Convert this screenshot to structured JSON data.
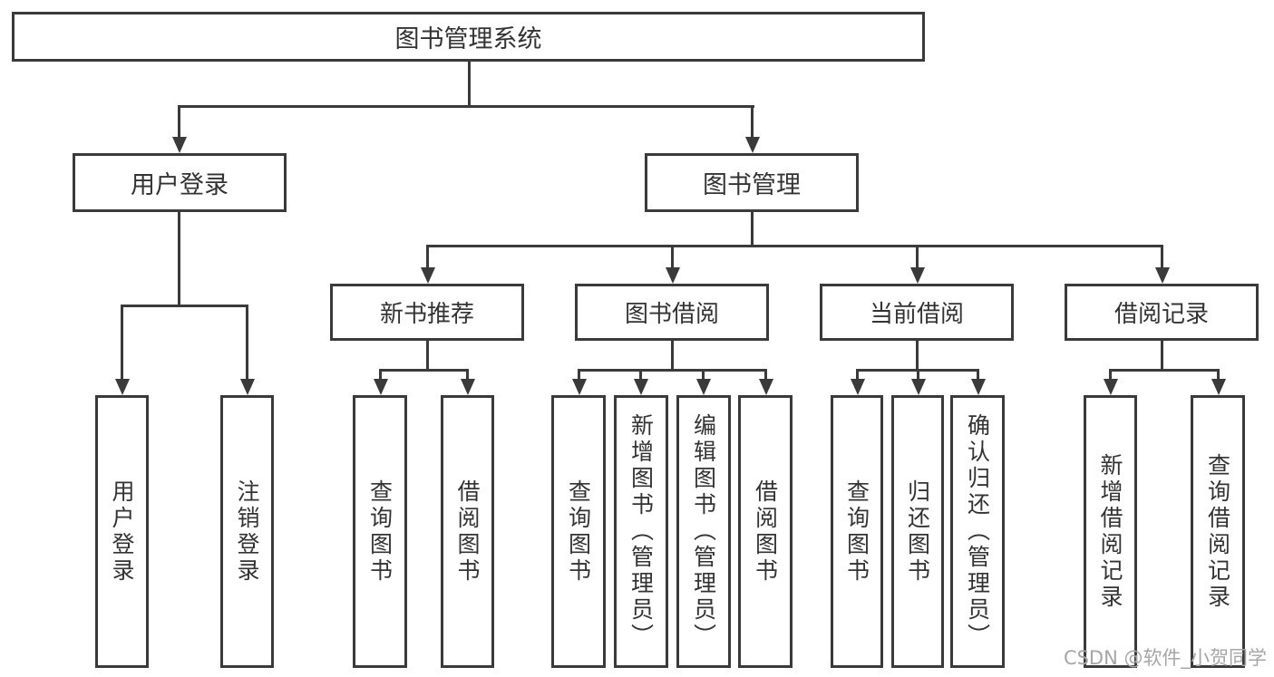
{
  "diagram": {
    "root": "图书管理系统",
    "branches": [
      {
        "label": "用户登录",
        "children": [
          "用户登录",
          "注销登录"
        ]
      },
      {
        "label": "图书管理",
        "groups": [
          {
            "label": "新书推荐",
            "children": [
              "查询图书",
              "借阅图书"
            ]
          },
          {
            "label": "图书借阅",
            "children": [
              "查询图书",
              "新增图书（管理员）",
              "编辑图书（管理员）",
              "借阅图书"
            ]
          },
          {
            "label": "当前借阅",
            "children": [
              "查询图书",
              "归还图书",
              "确认归还（管理员）"
            ]
          },
          {
            "label": "借阅记录",
            "children": [
              "新增借阅记录",
              "查询借阅记录"
            ]
          }
        ]
      }
    ]
  },
  "watermark": "CSDN @软件_小贺同学",
  "colors": {
    "line": "#3a3a3a",
    "text": "#333333",
    "box_fill": "#ffffff",
    "background": "#ffffff",
    "watermark": "#a6a6a6"
  }
}
